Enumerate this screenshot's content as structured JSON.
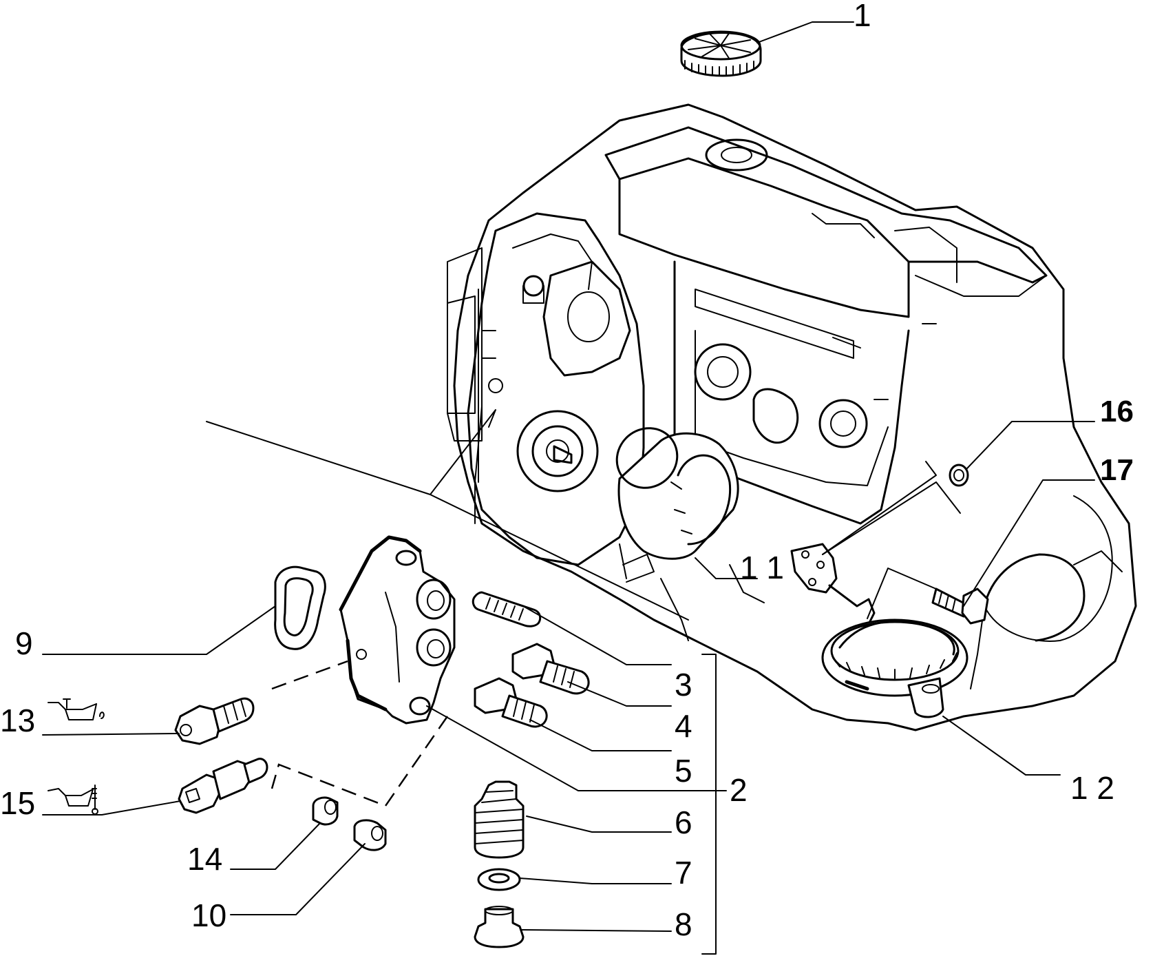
{
  "diagram": {
    "callouts": [
      {
        "id": "c1",
        "label": "1"
      },
      {
        "id": "c2",
        "label": "2"
      },
      {
        "id": "c3",
        "label": "3"
      },
      {
        "id": "c4",
        "label": "4"
      },
      {
        "id": "c5",
        "label": "5"
      },
      {
        "id": "c6",
        "label": "6"
      },
      {
        "id": "c7",
        "label": "7"
      },
      {
        "id": "c8",
        "label": "8"
      },
      {
        "id": "c9",
        "label": "9"
      },
      {
        "id": "c10",
        "label": "10"
      },
      {
        "id": "c11",
        "label": "1 1"
      },
      {
        "id": "c12",
        "label": "1 2"
      },
      {
        "id": "c13",
        "label": "13"
      },
      {
        "id": "c14",
        "label": "14"
      },
      {
        "id": "c15",
        "label": "15"
      },
      {
        "id": "c16",
        "label": "16"
      },
      {
        "id": "c17",
        "label": "17"
      }
    ],
    "icons": [
      "oil-pressure-icon",
      "oil-temperature-icon"
    ],
    "line_color": "#000000",
    "background": "#ffffff"
  }
}
